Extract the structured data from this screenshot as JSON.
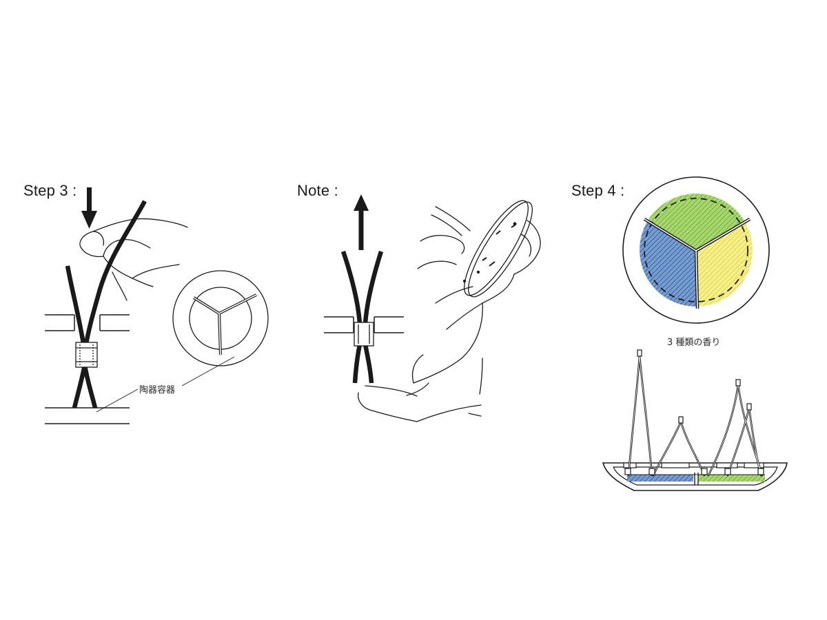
{
  "panels": [
    {
      "label": "Step 3 :",
      "annotation": "陶器容器"
    },
    {
      "label": "Note :"
    },
    {
      "label": "Step 4 :",
      "annotation": "3 種類の香り"
    }
  ],
  "colors": {
    "line": "#1a1a1a",
    "scent_green": "#7cc242",
    "scent_blue": "#2f63b0",
    "scent_yellow": "#efe44a"
  },
  "icons": {
    "down_arrow": "arrow-down-icon",
    "up_arrow": "arrow-up-icon"
  }
}
